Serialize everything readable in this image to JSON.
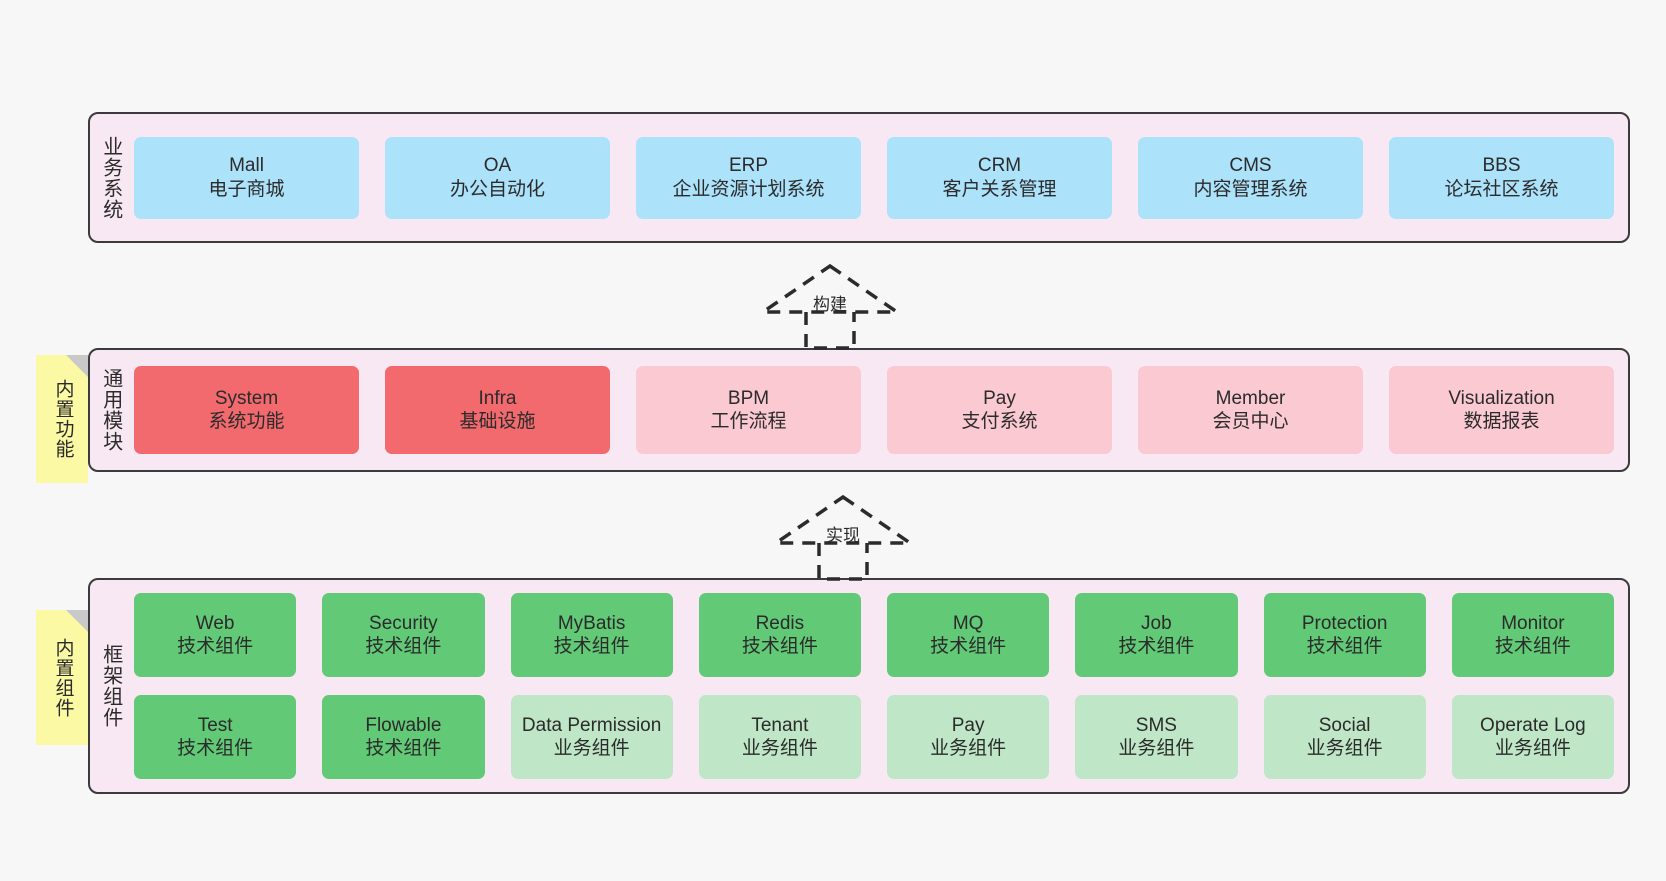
{
  "diagram": {
    "title_alt": "架构分层图",
    "background": "#f7f7f7",
    "layer_bg": "#f8e8f3",
    "layer_border": "#3b3b3b",
    "note_bg": "#fbf9a4",
    "note_fold": "#c9c9c9",
    "colors": {
      "blue": "#ade2fb",
      "red": "#f2696e",
      "pink": "#fbc9d2",
      "green": "#62c977",
      "light_green": "#bfe6c6"
    }
  },
  "layers": [
    {
      "id": "business-systems",
      "title": "业务系统",
      "rows": [
        {
          "cards": [
            {
              "en": "Mall",
              "cn": "电子商城",
              "style": "blue"
            },
            {
              "en": "OA",
              "cn": "办公自动化",
              "style": "blue"
            },
            {
              "en": "ERP",
              "cn": "企业资源计划系统",
              "style": "blue"
            },
            {
              "en": "CRM",
              "cn": "客户关系管理",
              "style": "blue"
            },
            {
              "en": "CMS",
              "cn": "内容管理系统",
              "style": "blue"
            },
            {
              "en": "BBS",
              "cn": "论坛社区系统",
              "style": "blue"
            }
          ]
        }
      ]
    },
    {
      "id": "common-modules",
      "title": "通用模块",
      "note": "内置功能",
      "rows": [
        {
          "cards": [
            {
              "en": "System",
              "cn": "系统功能",
              "style": "red"
            },
            {
              "en": "Infra",
              "cn": "基础设施",
              "style": "red"
            },
            {
              "en": "BPM",
              "cn": "工作流程",
              "style": "pink"
            },
            {
              "en": "Pay",
              "cn": "支付系统",
              "style": "pink"
            },
            {
              "en": "Member",
              "cn": "会员中心",
              "style": "pink"
            },
            {
              "en": "Visualization",
              "cn": "数据报表",
              "style": "pink"
            }
          ]
        }
      ]
    },
    {
      "id": "framework-components",
      "title": "框架组件",
      "note": "内置组件",
      "rows": [
        {
          "cards": [
            {
              "en": "Web",
              "cn": "技术组件",
              "style": "green"
            },
            {
              "en": "Security",
              "cn": "技术组件",
              "style": "green"
            },
            {
              "en": "MyBatis",
              "cn": "技术组件",
              "style": "green"
            },
            {
              "en": "Redis",
              "cn": "技术组件",
              "style": "green"
            },
            {
              "en": "MQ",
              "cn": "技术组件",
              "style": "green"
            },
            {
              "en": "Job",
              "cn": "技术组件",
              "style": "green"
            },
            {
              "en": "Protection",
              "cn": "技术组件",
              "style": "green"
            },
            {
              "en": "Monitor",
              "cn": "技术组件",
              "style": "green"
            }
          ]
        },
        {
          "cards": [
            {
              "en": "Test",
              "cn": "技术组件",
              "style": "green"
            },
            {
              "en": "Flowable",
              "cn": "技术组件",
              "style": "green"
            },
            {
              "en": "Data Permission",
              "cn": "业务组件",
              "style": "lightgreen"
            },
            {
              "en": "Tenant",
              "cn": "业务组件",
              "style": "lightgreen"
            },
            {
              "en": "Pay",
              "cn": "业务组件",
              "style": "lightgreen"
            },
            {
              "en": "SMS",
              "cn": "业务组件",
              "style": "lightgreen"
            },
            {
              "en": "Social",
              "cn": "业务组件",
              "style": "lightgreen"
            },
            {
              "en": "Operate Log",
              "cn": "业务组件",
              "style": "lightgreen"
            }
          ]
        }
      ]
    }
  ],
  "connectors": [
    {
      "id": "build",
      "label": "构建",
      "from": "common-modules",
      "to": "business-systems"
    },
    {
      "id": "implement",
      "label": "实现",
      "from": "framework-components",
      "to": "common-modules"
    }
  ]
}
